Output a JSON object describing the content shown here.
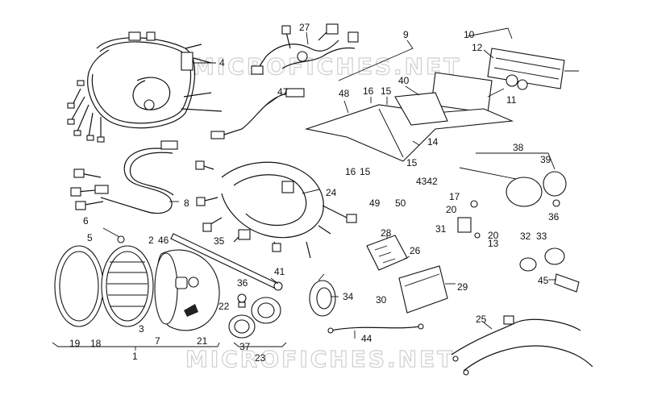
{
  "watermark": {
    "text": "MICROFICHES.NET"
  },
  "callouts": [
    {
      "id": "c1",
      "text": "1"
    },
    {
      "id": "c2",
      "text": "2"
    },
    {
      "id": "c3",
      "text": "3"
    },
    {
      "id": "c4",
      "text": "4"
    },
    {
      "id": "c5",
      "text": "5"
    },
    {
      "id": "c6",
      "text": "6"
    },
    {
      "id": "c7",
      "text": "7"
    },
    {
      "id": "c8",
      "text": "8"
    },
    {
      "id": "c9",
      "text": "9"
    },
    {
      "id": "c10",
      "text": "10"
    },
    {
      "id": "c11",
      "text": "11"
    },
    {
      "id": "c12",
      "text": "12"
    },
    {
      "id": "c13",
      "text": "13"
    },
    {
      "id": "c14",
      "text": "14"
    },
    {
      "id": "c15a",
      "text": "15"
    },
    {
      "id": "c15b",
      "text": "15"
    },
    {
      "id": "c15c",
      "text": "15"
    },
    {
      "id": "c16a",
      "text": "16"
    },
    {
      "id": "c16b",
      "text": "16"
    },
    {
      "id": "c17",
      "text": "17"
    },
    {
      "id": "c18",
      "text": "18"
    },
    {
      "id": "c19",
      "text": "19"
    },
    {
      "id": "c20a",
      "text": "20"
    },
    {
      "id": "c20b",
      "text": "20"
    },
    {
      "id": "c21",
      "text": "21"
    },
    {
      "id": "c22",
      "text": "22"
    },
    {
      "id": "c23",
      "text": "23"
    },
    {
      "id": "c24",
      "text": "24"
    },
    {
      "id": "c25",
      "text": "25"
    },
    {
      "id": "c26",
      "text": "26"
    },
    {
      "id": "c27",
      "text": "27"
    },
    {
      "id": "c28",
      "text": "28"
    },
    {
      "id": "c29",
      "text": "29"
    },
    {
      "id": "c30",
      "text": "30"
    },
    {
      "id": "c31",
      "text": "31"
    },
    {
      "id": "c32",
      "text": "32"
    },
    {
      "id": "c33",
      "text": "33"
    },
    {
      "id": "c34",
      "text": "34"
    },
    {
      "id": "c35",
      "text": "35"
    },
    {
      "id": "c36a",
      "text": "36"
    },
    {
      "id": "c36b",
      "text": "36"
    },
    {
      "id": "c37",
      "text": "37"
    },
    {
      "id": "c38",
      "text": "38"
    },
    {
      "id": "c39",
      "text": "39"
    },
    {
      "id": "c40",
      "text": "40"
    },
    {
      "id": "c41",
      "text": "41"
    },
    {
      "id": "c42",
      "text": "4342"
    },
    {
      "id": "c44",
      "text": "44"
    },
    {
      "id": "c45",
      "text": "45"
    },
    {
      "id": "c46",
      "text": "46"
    },
    {
      "id": "c47",
      "text": "47"
    },
    {
      "id": "c48",
      "text": "48"
    },
    {
      "id": "c49",
      "text": "49"
    },
    {
      "id": "c50",
      "text": "50"
    }
  ]
}
